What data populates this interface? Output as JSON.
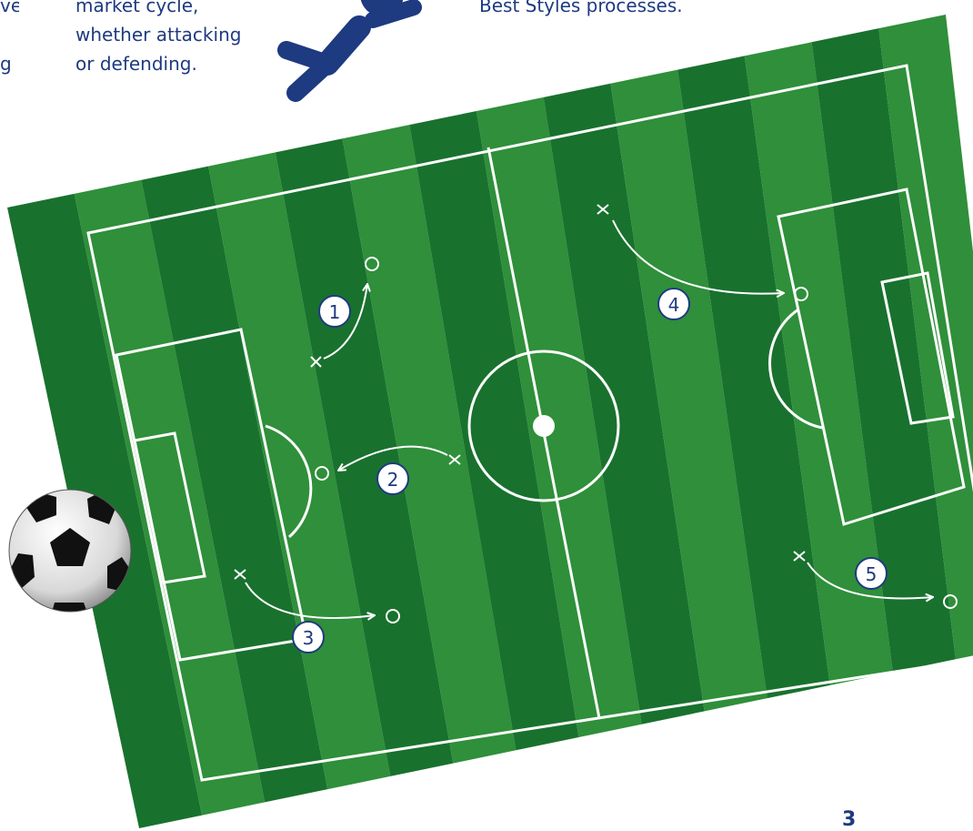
{
  "text_blocks": {
    "left_lines": [
      "ve",
      "",
      "g"
    ],
    "mid_lines": [
      "market cycle,",
      "whether attacking",
      "or defending."
    ],
    "right_lines": [
      "Best Styles processes."
    ]
  },
  "page_number": "3",
  "pitch": {
    "stripe_colors": [
      "#19712e",
      "#2f8f3a"
    ],
    "line_color": "#ffffff"
  },
  "play_labels": [
    "1",
    "2",
    "3",
    "4",
    "5"
  ],
  "colors": {
    "navy": "#1e3a80",
    "label_fill": "#ffffff"
  },
  "icons": [
    "player-figure-icon",
    "soccer-ball-icon"
  ]
}
